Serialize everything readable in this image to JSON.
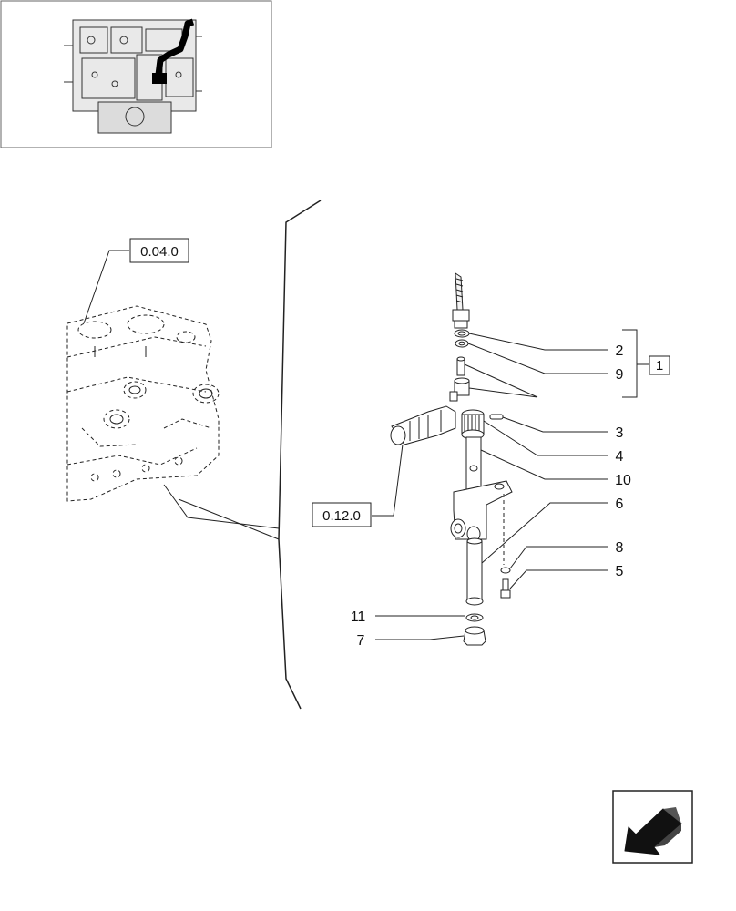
{
  "thumbnail": {
    "name": "engine-overview-thumbnail"
  },
  "references": {
    "block_ref": "0.04.0",
    "pump_ref": "0.12.0"
  },
  "kit_label": "1",
  "parts": {
    "p2": "2",
    "p9": "9",
    "p3": "3",
    "p4": "4",
    "p10": "10",
    "p6": "6",
    "p8": "8",
    "p5": "5",
    "p11": "11",
    "p7": "7"
  },
  "nav": {
    "icon": "return-arrow-icon"
  }
}
